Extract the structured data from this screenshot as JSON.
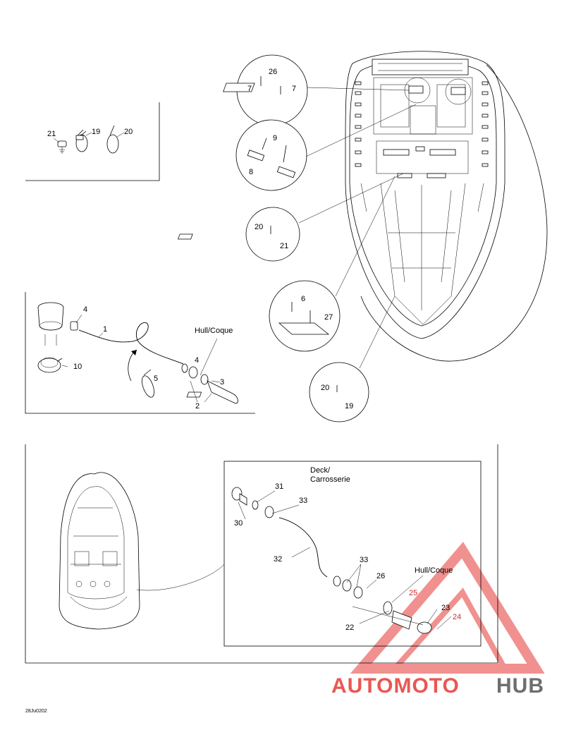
{
  "labels": {
    "n1": "1",
    "n2": "2",
    "n3": "3",
    "n4a": "4",
    "n4b": "4",
    "n5": "5",
    "n6": "6",
    "n7a": "7",
    "n7b": "7",
    "n8": "8",
    "n9": "9",
    "n10": "10",
    "n19a": "19",
    "n19b": "19",
    "n20a": "20",
    "n20b": "20",
    "n20c": "20",
    "n21a": "21",
    "n21b": "21",
    "n22": "22",
    "n23": "23",
    "n24": "24",
    "n25": "25",
    "n26a": "26",
    "n26b": "26",
    "n27": "27",
    "n30": "30",
    "n31": "31",
    "n32": "32",
    "n33a": "33",
    "n33b": "33"
  },
  "text": {
    "hull_coque_1": "Hull/Coque",
    "hull_coque_2": "Hull/Coque",
    "deck": "Deck/",
    "carrosserie": "Carrosserie",
    "figure_code": "28Ju0202"
  },
  "watermark": {
    "brand_part1": "AUTOMOTO",
    "brand_part2": "HUB",
    "color_primary": "#e53935",
    "color_secondary": "#555555"
  }
}
